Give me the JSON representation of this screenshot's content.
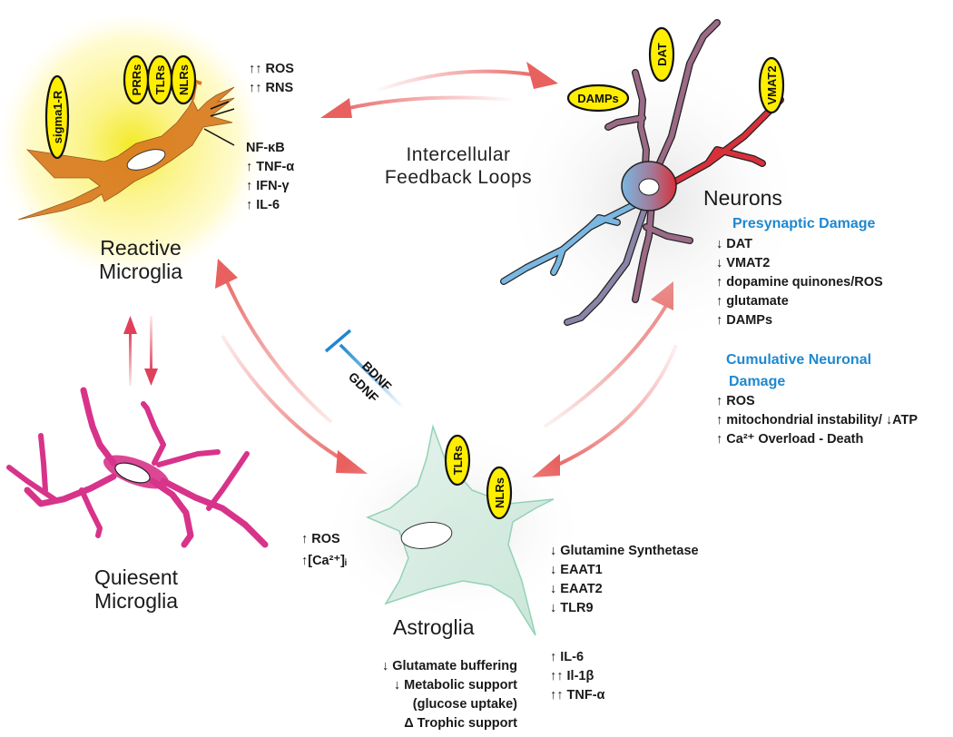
{
  "diagram": {
    "center_label": [
      "Intercellular",
      "Feedback Loops"
    ],
    "colors": {
      "arrow": "#e8615f",
      "inhibit": "#1e88d0",
      "section_heading": "#1e88d0",
      "badge_fill": "#ffee00",
      "reactive_glow": "#fff7a0",
      "reactive_cell": "#d8781e",
      "quiescent_cell": "#d8338a",
      "astroglia_cell": "#cfe9de",
      "neuron_blue": "#7ab7e2",
      "neuron_red": "#d8303a",
      "neuron_mauve": "#9a6a86"
    },
    "reactive_microglia": {
      "title": [
        "Reactive",
        "Microglia"
      ],
      "badges": [
        "sigma1-R",
        "PRRs",
        "TLRs",
        "NLRs"
      ],
      "markers": [
        "↑↑ ROS",
        "↑↑ RNS",
        "NF-κB",
        "↑ TNF-α",
        "↑ IFN-γ",
        "↑ IL-6"
      ]
    },
    "quiescent_microglia": {
      "title": [
        "Quiesent",
        "Microglia"
      ]
    },
    "neurons": {
      "title": "Neurons",
      "badges": [
        "DAMPs",
        "DAT",
        "VMAT2"
      ],
      "presynaptic_heading": "Presynaptic Damage",
      "presynaptic_items": [
        "↓ DAT",
        "↓ VMAT2",
        "↑ dopamine quinones/ROS",
        "↑ glutamate",
        "↑ DAMPs"
      ],
      "cumulative_heading": [
        "Cumulative Neuronal",
        "Damage"
      ],
      "cumulative_items": [
        "↑ ROS",
        "↑ mitochondrial instability/ ↓ATP",
        "↑ Ca²⁺ Overload - Death"
      ]
    },
    "astroglia": {
      "title": "Astroglia",
      "badges": [
        "TLRs",
        "NLRs"
      ],
      "left_markers": [
        "↑ ROS",
        "↑[Ca²⁺]ᵢ"
      ],
      "down_markers": [
        "↓ Glutamine Synthetase",
        "↓ EAAT1",
        "↓ EAAT2",
        "↓ TLR9"
      ],
      "up_markers": [
        "↑ IL-6",
        "↑↑ Il-1β",
        "↑↑ TNF-α"
      ],
      "support_items": [
        "↓ Glutamate buffering",
        "↓ Metabolic support",
        "(glucose uptake)",
        "Δ Trophic support"
      ]
    },
    "trophic_factors": [
      "BDNF",
      "GDNF"
    ]
  }
}
